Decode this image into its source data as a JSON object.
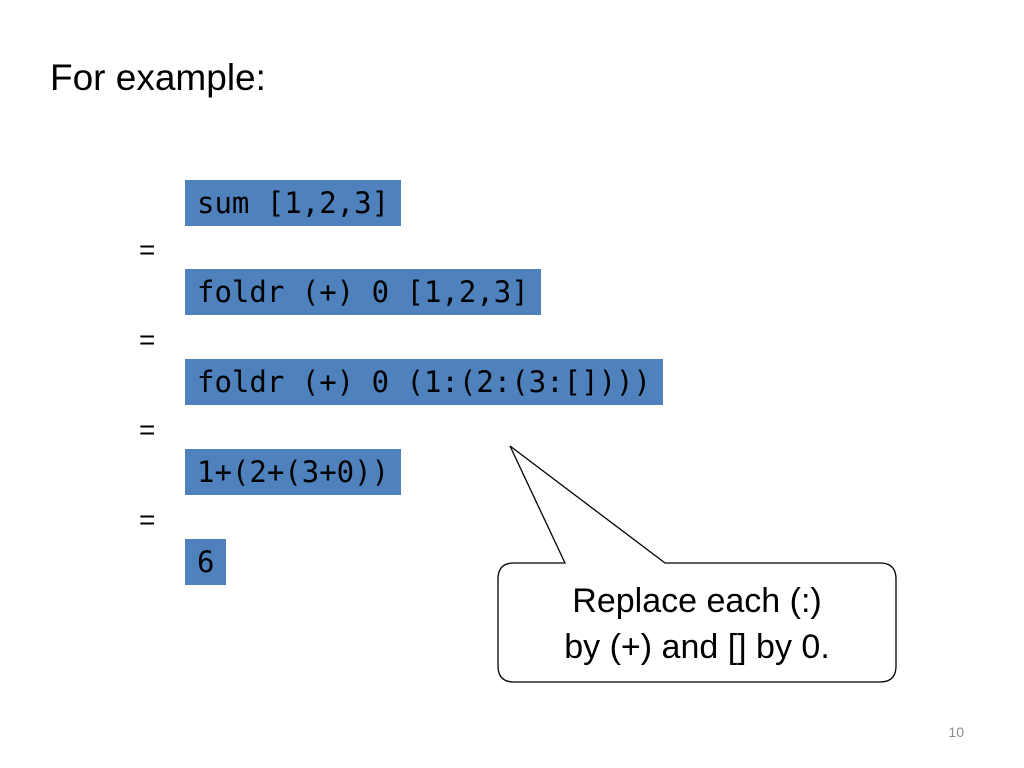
{
  "slide": {
    "title": "For example:",
    "steps": [
      "sum [1,2,3]",
      "foldr (+) 0 [1,2,3]",
      "foldr (+) 0 (1:(2:(3:[])))",
      "1+(2+(3+0))",
      "6"
    ],
    "equals_sign": "=",
    "callout": {
      "line1": "Replace each (:)",
      "line2": "by (+) and [] by 0."
    },
    "slide_number": "10",
    "colors": {
      "code_highlight": "#4f81bd",
      "text": "#000000",
      "slide_number": "#8c8c8c"
    }
  }
}
